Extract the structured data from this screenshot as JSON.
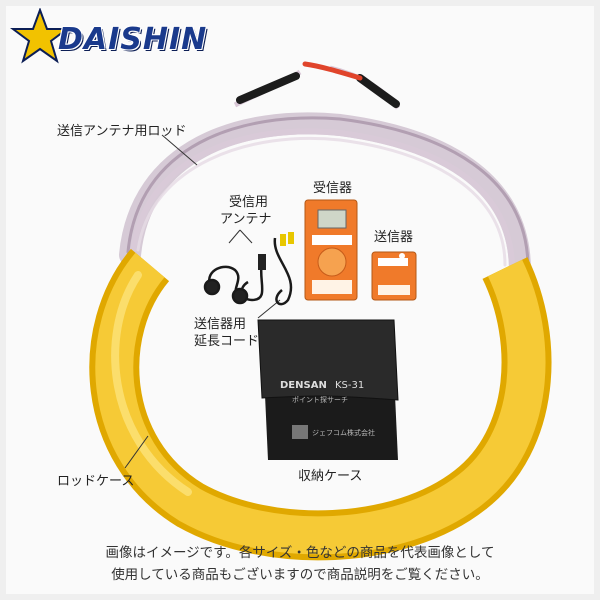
{
  "brand": {
    "name": "DAISHIN",
    "star_color": "#f2c200",
    "text_color": "#1a3a8c"
  },
  "labels": {
    "antenna_rod": "送信アンテナ用ロッド",
    "receiver_antenna_line1": "受信用",
    "receiver_antenna_line2": "アンテナ",
    "receiver": "受信器",
    "transmitter": "送信器",
    "extension_cord_line1": "送信器用",
    "extension_cord_line2": "延長コード",
    "storage_case": "収納ケース",
    "rod_case": "ロッドケース"
  },
  "pouch": {
    "brand": "DENSAN",
    "model": "KS-31",
    "subtitle": "ポイント探サーチ",
    "maker": "ジェフコム株式会社"
  },
  "notice": {
    "line1": "画像はイメージです。各サイズ・色などの商品を代表画像として",
    "line2": "使用している商品もございますので商品説明をご覧ください。"
  },
  "colors": {
    "rod_case": "#f2c12e",
    "rod": "#c9b8c8",
    "devices": "#f07a2a"
  }
}
